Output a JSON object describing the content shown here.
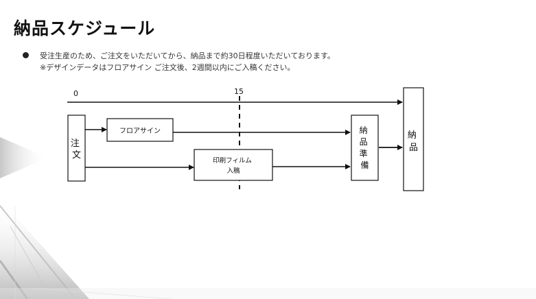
{
  "title": "納品スケジュール",
  "notes": [
    "受注生産のため、ご注文をいただいてから、納品まで約30日程度いただいております。",
    "※デザインデータはフロアサイン ご注文後、2週間以内にご入稿ください。"
  ],
  "diagram": {
    "timeline": {
      "start": "0",
      "mid": "15"
    },
    "boxes": {
      "order": "注文",
      "floor_sign": "フロアサイン",
      "print_film_line1": "印刷フィルム",
      "print_film_line2": "入稿",
      "prep": "納品準備",
      "delivery": "納品"
    }
  }
}
